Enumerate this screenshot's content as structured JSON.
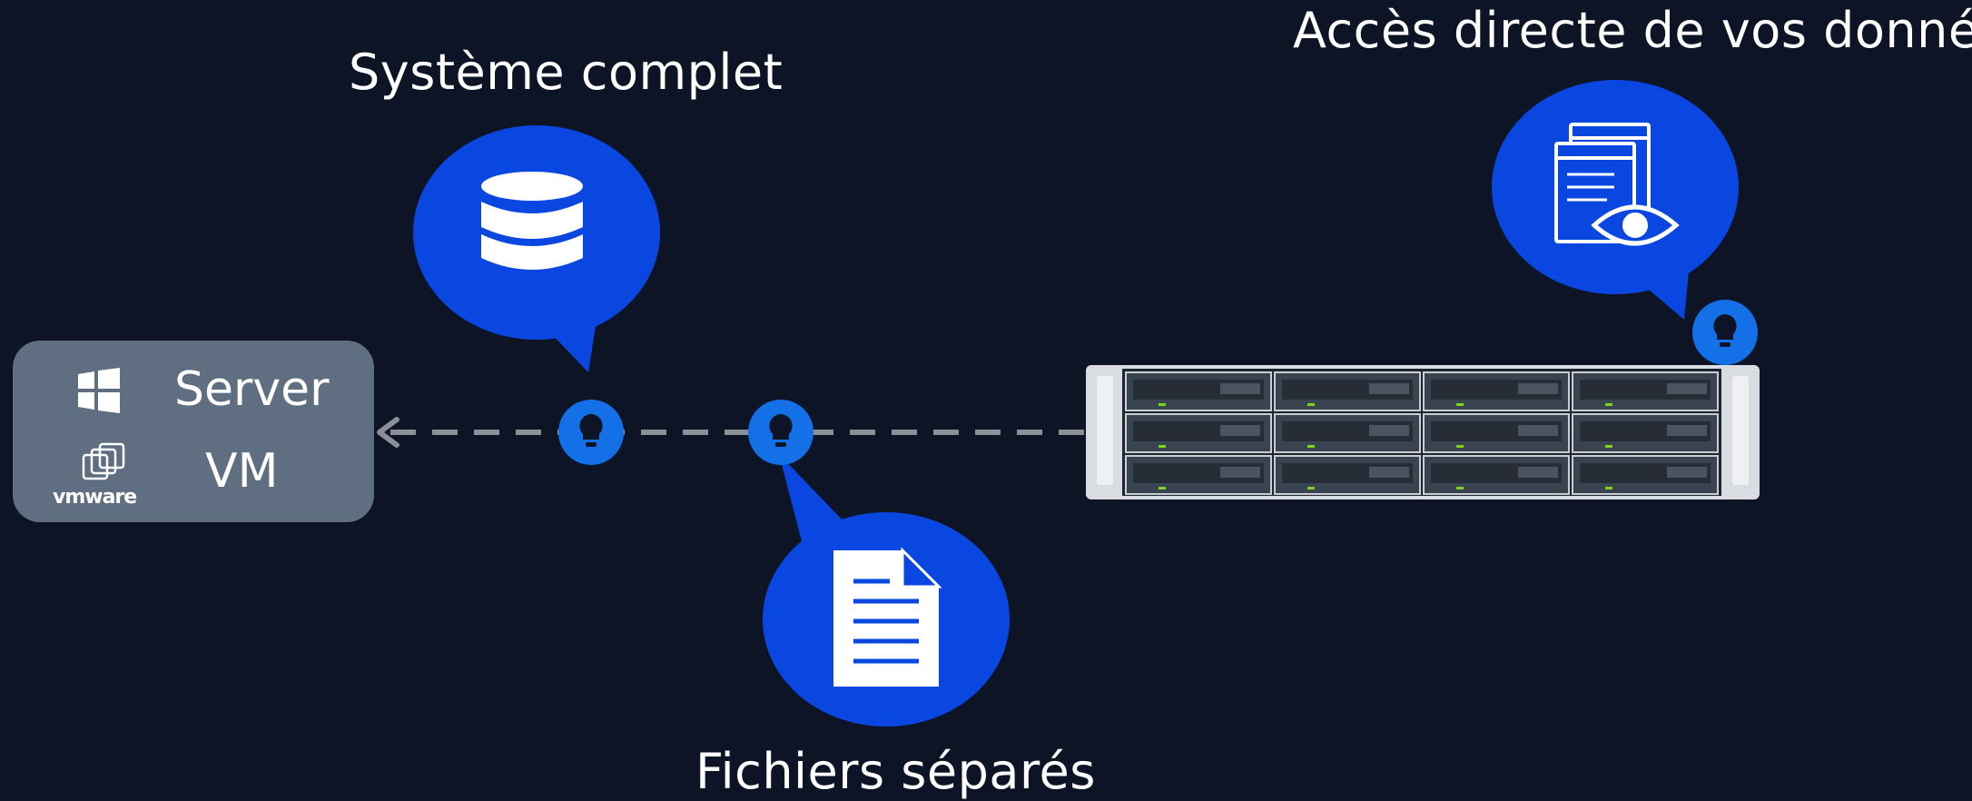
{
  "labels": {
    "full_system": "Système complet",
    "direct_access": "Accès directe de vos données",
    "separate_files": "Fichiers séparés"
  },
  "source": {
    "server": "Server",
    "vm": "VM",
    "vmware_logo": "vmware"
  },
  "icons": {
    "windows": "windows-icon",
    "vmware": "vmware-icon",
    "database": "database-icon",
    "document": "document-icon",
    "browser_eye": "browser-eye-icon",
    "bulb": "lightbulb-icon",
    "nas": "nas-rack-server"
  },
  "colors": {
    "background": "#0c1426",
    "bubble": "#0a46e0",
    "pin": "#1470e6",
    "source_box": "#5f6e80",
    "dashed_line": "#8b8f96",
    "drive_led": "#7ed321"
  }
}
